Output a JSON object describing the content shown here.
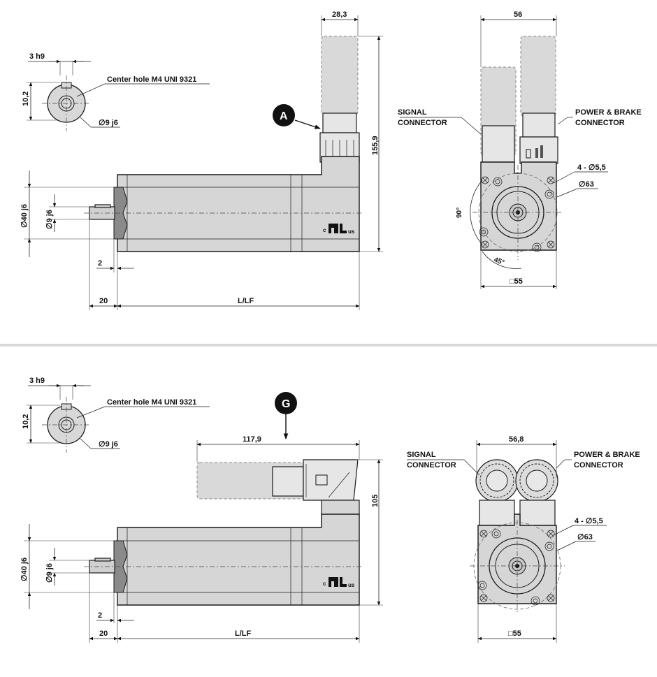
{
  "top": {
    "shaft_end": {
      "key_width": "3 h9",
      "key_height": "10,2",
      "center_hole": "Center hole M4 UNI 9321",
      "shaft_dia": "∅9 j6"
    },
    "side": {
      "connector_width": "28,3",
      "overall_height": "155,9",
      "pilot_dia": "∅40 j6",
      "shaft_dia_side": "∅9 j6",
      "flange_step": "2",
      "shaft_length": "20",
      "body_length": "L/LF",
      "badge": "A",
      "ul_c": "c",
      "ul_us": "us"
    },
    "front": {
      "width": "56",
      "signal_connector_1": "SIGNAL",
      "signal_connector_2": "CONNECTOR",
      "power_connector_1": "POWER & BRAKE",
      "power_connector_2": "CONNECTOR",
      "holes": "4 - ∅5,5",
      "bolt_circle": "∅63",
      "angle_90": "90°",
      "angle_45": "45°",
      "square": "□55"
    }
  },
  "bottom": {
    "shaft_end": {
      "key_width": "3 h9",
      "key_height": "10,2",
      "center_hole": "Center hole M4 UNI 9321",
      "shaft_dia": "∅9 j6"
    },
    "side": {
      "connector_length": "117,9",
      "overall_height": "105",
      "pilot_dia": "∅40 j6",
      "shaft_dia_side": "∅9 j6",
      "flange_step": "2",
      "shaft_length": "20",
      "body_length": "L/LF",
      "badge": "G",
      "ul_c": "c",
      "ul_us": "us"
    },
    "front": {
      "width": "56,8",
      "signal_connector_1": "SIGNAL",
      "signal_connector_2": "CONNECTOR",
      "power_connector_1": "POWER & BRAKE",
      "power_connector_2": "CONNECTOR",
      "holes": "4 - ∅5,5",
      "bolt_circle": "∅63",
      "square": "□55"
    }
  }
}
